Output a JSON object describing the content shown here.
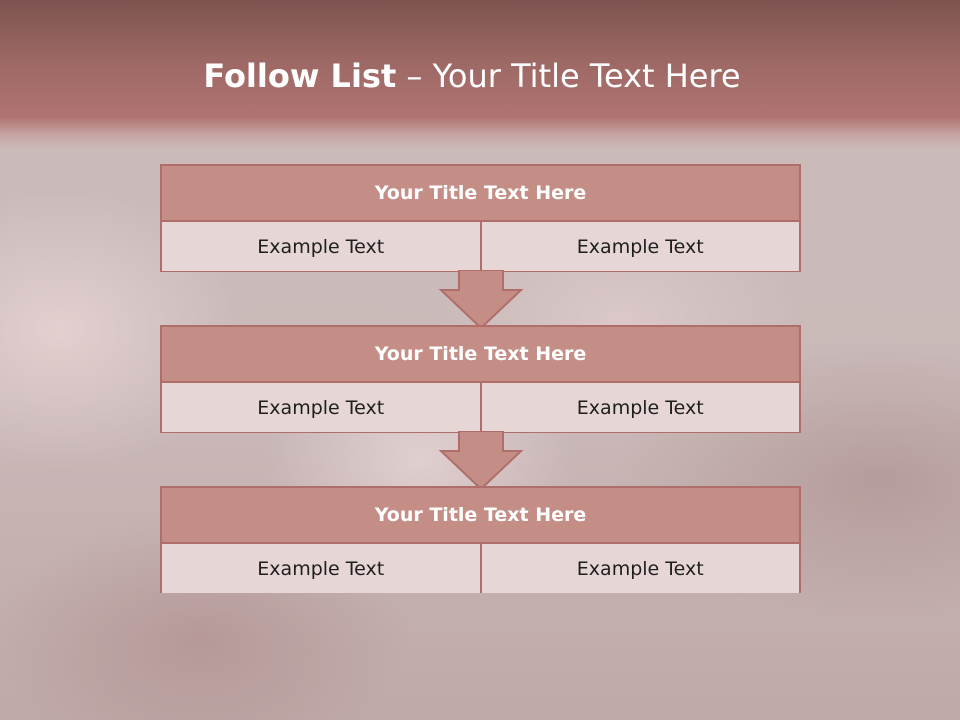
{
  "slide": {
    "title_bold": "Follow List",
    "title_rest": " – Your Title Text Here"
  },
  "blocks": [
    {
      "title": "Your Title Text Here",
      "cells": [
        "Example Text",
        "Example Text"
      ]
    },
    {
      "title": "Your Title Text Here",
      "cells": [
        "Example Text",
        "Example Text"
      ]
    },
    {
      "title": "Your Title Text Here",
      "cells": [
        "Example Text",
        "Example Text"
      ]
    }
  ],
  "colors": {
    "header": "#9c6864",
    "block_title_fill": "#c48e87",
    "cell_fill": "#e7d6d6",
    "border": "#b06e6a",
    "arrow_fill": "#c48e87"
  }
}
